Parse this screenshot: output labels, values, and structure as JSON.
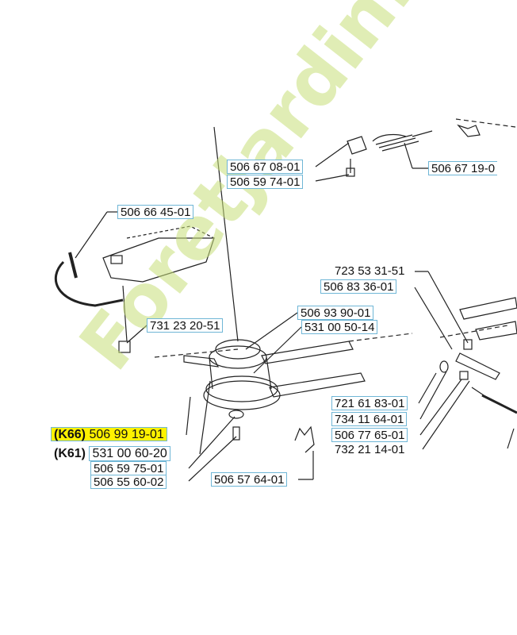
{
  "watermark": "ForetJardin.com",
  "labels": {
    "p1": "506 67 08-01",
    "p2": "506 59 74-01",
    "p3": "506 67 19-0",
    "p4": "506 66 45-01",
    "p5": "723 53 31-51",
    "p6": "506 83 36-01",
    "p7": "506 93 90-01",
    "p8": "531 00 50-14",
    "p9": "731 23 20-51",
    "p10_code": "(K66)",
    "p10": "506 99 19-01",
    "p11_code": "(K61)",
    "p11": "531 00 60-20",
    "p12": "506 59 75-01",
    "p13": "506 55 60-02",
    "p14": "506 57 64-01",
    "p15": "721 61 83-01",
    "p16": "734 11 64-01",
    "p17": "506 77 65-01",
    "p18": "732 21 14-01"
  },
  "colors": {
    "frame": "#6fb6d6",
    "highlight": "#fff200",
    "watermark": "#c8df7a"
  }
}
